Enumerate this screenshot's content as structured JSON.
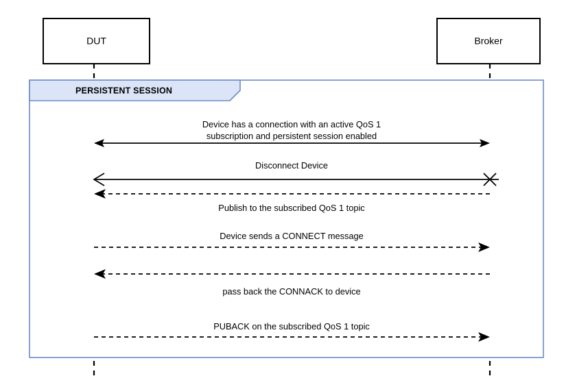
{
  "diagram": {
    "type": "uml-sequence-diagram",
    "background_color": "#ffffff",
    "line_color": "#000000",
    "fragment_border_color": "#6b8bc4",
    "fragment_tab_fill": "#dbe5f7",
    "participants": [
      {
        "id": "dut",
        "label": "DUT"
      },
      {
        "id": "broker",
        "label": "Broker"
      }
    ],
    "fragment": {
      "label": "PERSISTENT SESSION"
    },
    "messages": [
      {
        "id": "m1",
        "label_line1": "Device has a connection with an active QoS 1",
        "label_line2": "subscription and persistent session enabled",
        "style": "solid",
        "direction": "bidirectional",
        "label_position": "above"
      },
      {
        "id": "m2",
        "label_line1": "Disconnect Device",
        "label_line2": "",
        "style": "solid",
        "direction": "right-to-left",
        "label_position": "above",
        "destroy_marker": true
      },
      {
        "id": "m3",
        "label_line1": "Publish to the subscribed QoS 1 topic",
        "label_line2": "",
        "style": "dashed",
        "direction": "right-to-left",
        "label_position": "below"
      },
      {
        "id": "m4",
        "label_line1": "Device sends a CONNECT message",
        "label_line2": "",
        "style": "dashed",
        "direction": "left-to-right",
        "label_position": "above"
      },
      {
        "id": "m5",
        "label_line1": "pass back the CONNACK to device",
        "label_line2": "",
        "style": "dashed",
        "direction": "right-to-left",
        "label_position": "below"
      },
      {
        "id": "m6",
        "label_line1": "PUBACK on the subscribed QoS 1 topic",
        "label_line2": "",
        "style": "dashed",
        "direction": "left-to-right",
        "label_position": "above"
      }
    ]
  }
}
